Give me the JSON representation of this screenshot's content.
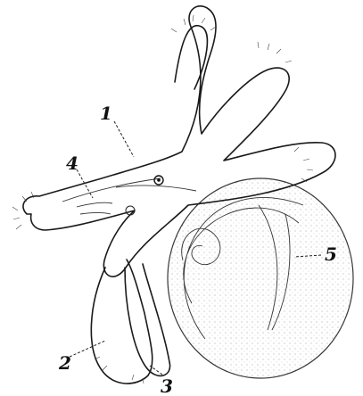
{
  "labels": {
    "l1": "1",
    "l2": "2",
    "l3": "3",
    "l4": "4",
    "l5": "5"
  }
}
